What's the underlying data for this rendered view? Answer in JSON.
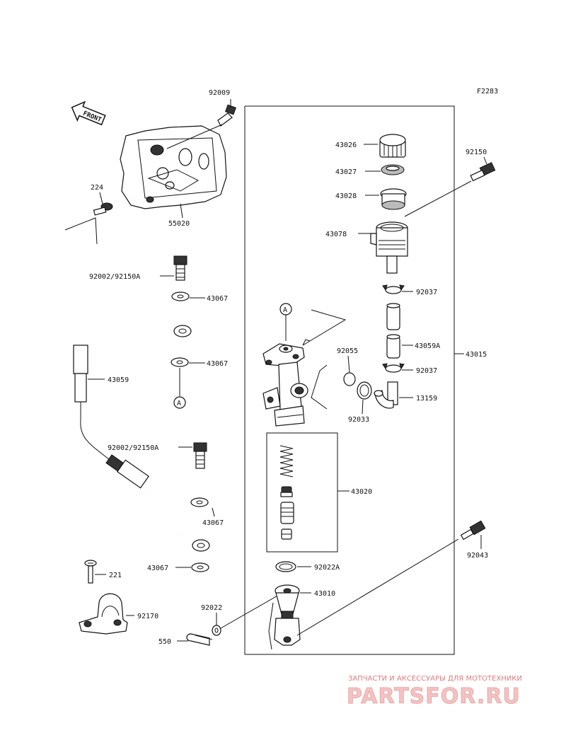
{
  "figure_code": "F2283",
  "front_label": "FRONT",
  "circle_ref": "A",
  "labels": {
    "p92009": "92009",
    "p224": "224",
    "p55020": "55020",
    "p92002a": "92002/92150A",
    "p43067a": "43067",
    "p43067b": "43067",
    "p43059": "43059",
    "p92002b": "92002/92150A",
    "p43067c": "43067",
    "p43067d": "43067",
    "p221": "221",
    "p92170": "92170",
    "p92022": "92022",
    "p550": "550",
    "p43026": "43026",
    "p43027": "43027",
    "p43028": "43028",
    "p43078": "43078",
    "p92150": "92150",
    "p92037a": "92037",
    "p43059A": "43059A",
    "p92037b": "92037",
    "p92055": "92055",
    "p92033": "92033",
    "p13159": "13159",
    "p43015": "43015",
    "p43020": "43020",
    "p92022A": "92022A",
    "p43010": "43010",
    "p92043": "92043"
  },
  "watermark": {
    "tagline": "ЗАПЧАСТИ И АКСЕССУАРЫ ДЛЯ МОТОТЕХНИКИ",
    "brand": "PARTSFOR.RU"
  }
}
